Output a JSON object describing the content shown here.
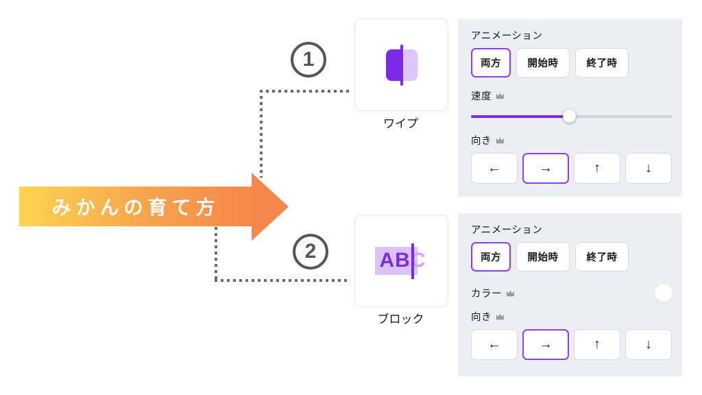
{
  "title_arrow": {
    "label": "みかんの育て方"
  },
  "steps": [
    {
      "number": "1",
      "card_label": "ワイプ"
    },
    {
      "number": "2",
      "card_label": "ブロック"
    }
  ],
  "block_icon": {
    "highlight_text": "AB",
    "tail_text": "C"
  },
  "panels": {
    "top": {
      "animation_label": "アニメーション",
      "options": [
        {
          "label": "両方",
          "selected": true
        },
        {
          "label": "開始時",
          "selected": false
        },
        {
          "label": "終了時",
          "selected": false
        }
      ],
      "speed_label": "速度",
      "speed_percent": 49,
      "direction_label": "向き",
      "directions": [
        {
          "glyph": "←",
          "selected": false
        },
        {
          "glyph": "→",
          "selected": true
        },
        {
          "glyph": "↑",
          "selected": false
        },
        {
          "glyph": "↓",
          "selected": false
        }
      ]
    },
    "bottom": {
      "animation_label": "アニメーション",
      "options": [
        {
          "label": "両方",
          "selected": true
        },
        {
          "label": "開始時",
          "selected": false
        },
        {
          "label": "終了時",
          "selected": false
        }
      ],
      "color_label": "カラー",
      "color_value": "#ffffff",
      "direction_label": "向き",
      "directions": [
        {
          "glyph": "←",
          "selected": false
        },
        {
          "glyph": "→",
          "selected": true
        },
        {
          "glyph": "↑",
          "selected": false
        },
        {
          "glyph": "↓",
          "selected": false
        }
      ]
    }
  },
  "colors": {
    "accent_purple": "#8b3dff",
    "icon_purple_dark": "#7d2ae8",
    "icon_purple_light": "#dcc6fb",
    "arrow_gradient_start": "#fcd44f",
    "arrow_gradient_end": "#f6874a",
    "panel_background": "#edeef2",
    "dotted_line": "#696969"
  }
}
